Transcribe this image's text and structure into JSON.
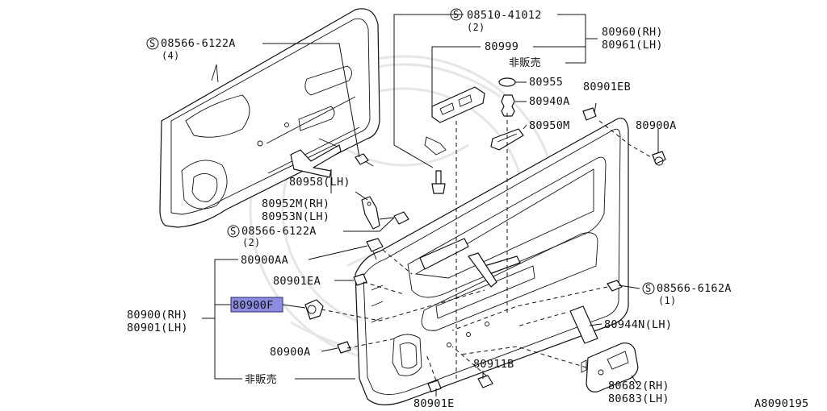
{
  "labels": {
    "s_08510_41012": "08510-41012",
    "s_08510_41012_qty": "(2)",
    "p80960": "80960(RH)",
    "p80961": "80961(LH)",
    "p80999": "80999",
    "hihanbai_top": "非販売",
    "s_08566_6122A_top": "08566-6122A",
    "s_08566_6122A_top_qty": "(4)",
    "p80955": "80955",
    "p80901EB": "80901EB",
    "p80940A": "80940A",
    "p80950M": "80950M",
    "p80900A_right": "80900A",
    "p80958": "80958(LH)",
    "p80952M": "80952M(RH)",
    "p80953N": "80953N(LH)",
    "s_08566_6122A_mid": "08566-6122A",
    "s_08566_6122A_mid_qty": "(2)",
    "p80900AA": "80900AA",
    "p80901EA": "80901EA",
    "s_08566_6162A": "08566-6162A",
    "s_08566_6162A_qty": "(1)",
    "p80900F": "80900F",
    "p80900": "80900(RH)",
    "p80901": "80901(LH)",
    "p80944N": "80944N(LH)",
    "p80900A_bottom": "80900A",
    "p80911B": "80911B",
    "hihanbai_bottom": "非販売",
    "p80682": "80682(RH)",
    "p80683": "80683(LH)",
    "p80901E": "80901E",
    "diagram_code": "A8090195",
    "s_symbol": "S"
  },
  "colors": {
    "line": "#111111",
    "highlight": "#8c8ce0",
    "watermark": "#e6e6e6"
  }
}
